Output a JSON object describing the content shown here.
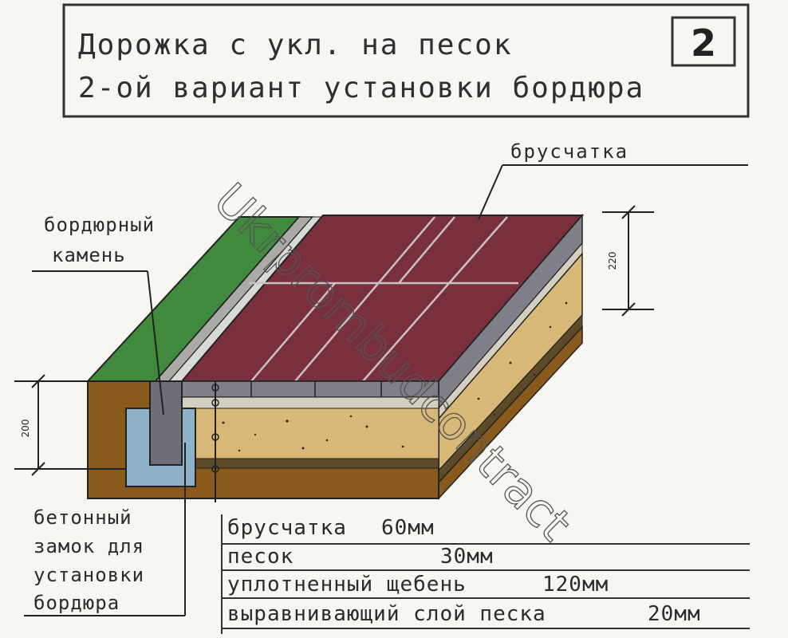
{
  "title": {
    "line1": "Дорожка с укл. на песок",
    "line2": "2-ой вариант установки бордюра",
    "number": "2"
  },
  "labels": {
    "paving": "брусчатка",
    "curb_line1": "бордюрный",
    "curb_line2": "камень",
    "lock_line1": "бетонный",
    "lock_line2": "замок для",
    "lock_line3": "установки",
    "lock_line4": "бордюра"
  },
  "dimensions": {
    "right": "220",
    "left": "200"
  },
  "layers": [
    {
      "name": "брусчатка",
      "thickness": "60мм"
    },
    {
      "name": "песок",
      "thickness": "30мм"
    },
    {
      "name": "уплотненный щебень",
      "thickness": "120мм"
    },
    {
      "name": "выравнивающий слой песка",
      "thickness": "20мм"
    }
  ],
  "watermark": "Ukrprombudcontract",
  "colors": {
    "paving": "#7a2f3c",
    "sand": "#d8b877",
    "gravel": "#cfc6b6",
    "soil": "#8a5a1c",
    "grass": "#3f8a3c",
    "concrete": "#8fb1c6"
  }
}
